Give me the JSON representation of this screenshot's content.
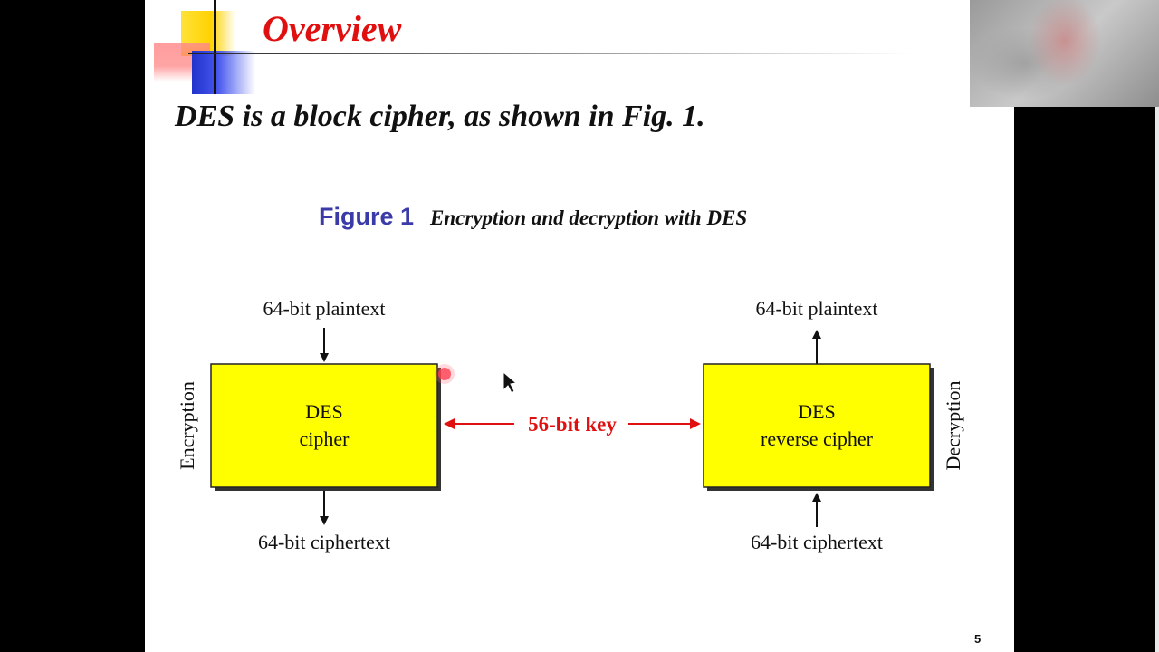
{
  "slide": {
    "title": "Overview",
    "body_text": "DES is a block cipher, as shown in Fig. 1.",
    "figure_number": "Figure 1",
    "figure_caption": "Encryption and decryption with DES",
    "page_number": "5"
  },
  "diagram": {
    "encryption": {
      "side_label": "Encryption",
      "top_label": "64-bit plaintext",
      "box_line1": "DES",
      "box_line2": "cipher",
      "bottom_label": "64-bit ciphertext"
    },
    "decryption": {
      "side_label": "Decryption",
      "top_label": "64-bit plaintext",
      "box_line1": "DES",
      "box_line2": "reverse cipher",
      "bottom_label": "64-bit ciphertext"
    },
    "key_label": "56-bit key"
  },
  "colors": {
    "title": "#e01010",
    "figure_number": "#3a3aa8",
    "box_fill": "#ffff00",
    "key": "#e01010"
  }
}
